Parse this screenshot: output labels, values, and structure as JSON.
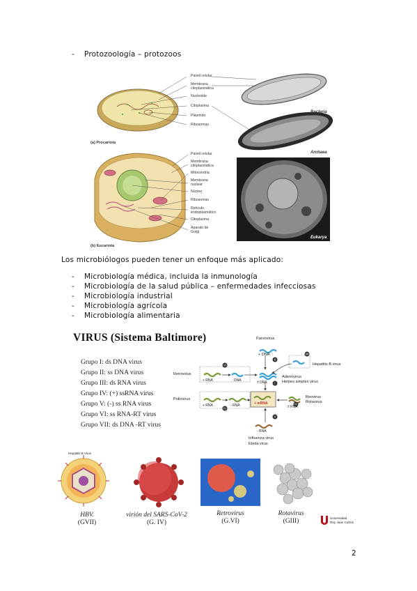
{
  "top_bullet": "Protozoología – protozoos",
  "cell_figure": {
    "pro_labels": [
      "Pared celular",
      "Membrana citoplasmática",
      "Nucleoide",
      "Citoplasma",
      "Plásmido",
      "Ribosomas"
    ],
    "pro_caption": "(a) Procariota",
    "bacteria": "Bacteria",
    "archaea": "Archaea",
    "euk_labels": [
      "Pared celular",
      "Membrana citoplasmática",
      "Mitocondria",
      "Membrana nuclear",
      "Núcleo",
      "Ribosomas",
      "Retículo endoplasmático",
      "Citoplasma",
      "Aparato de Golgi"
    ],
    "euk_caption": "(b) Eucariota",
    "eukarya": "Eukarya"
  },
  "intro": "Los microbiólogos pueden tener un enfoque más aplicado:",
  "applied": [
    "Microbiología médica, incluida la inmunología",
    "Microbiología de la salud pública – enfermedades infecciosas",
    "Microbiología industrial",
    "Microbiología agrícola",
    "Microbiología alimentaria"
  ],
  "virus": {
    "title": "VIRUS (Sistema Baltimore)",
    "groups": [
      "Grupo I: ds DNA virus",
      "Grupo II: ss DNA virus",
      "Grupo III: ds RNA virus",
      "Grupo IV: (+) ssRNA virus",
      "Grupo V: (-) ss RNA virus",
      "Grupo VI: ss RNA-RT virus",
      "Grupo VII: ds DNA -RT virus"
    ],
    "diagram": {
      "parvovirus": "Parvovirus",
      "plus_dna": "+ DNA",
      "hepatitis": "Hepatitis B virus",
      "retrovirus": "Retrovirus",
      "plus_rna": "+ RNA",
      "minus_dna": "- DNA",
      "pm_dna": "± DNA",
      "adenovirus": "Adenovirus",
      "herpes": "Herpes simplex virus",
      "poliovirus": "Poliovirus",
      "minus_rna": "- RNA",
      "mrna": "+ mRNA",
      "pm_rna": "± RNA",
      "reovirus": "Reovirus",
      "rotavirus": "Rotavirus",
      "influenza": "Influenza virus",
      "ebola": "Ebola virus",
      "roman": [
        "I",
        "II",
        "III",
        "IV",
        "V",
        "VI",
        "VII"
      ]
    },
    "hbv_label": "Hepatitis B Virus",
    "captions": [
      {
        "name": "HBV.",
        "group": "(GVII)"
      },
      {
        "name": "virión del SARS-CoV-2",
        "group": "(G. IV)"
      },
      {
        "name": "Retrovirus",
        "group": "(G.VI)"
      },
      {
        "name": "Rotavirus",
        "group": "(GIII)"
      }
    ],
    "university": [
      "Universidad",
      "Rey Juan Carlos"
    ]
  },
  "page_number": "2",
  "colors": {
    "ribbon_green": "#7a9a3a",
    "ribbon_blue": "#3aa0d8",
    "ribbon_brown": "#9a6a3a",
    "urjc_red": "#b5121b"
  }
}
